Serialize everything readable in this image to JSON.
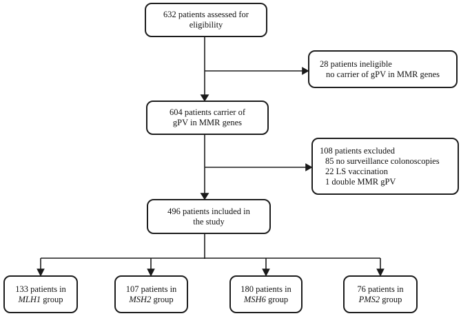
{
  "diagram_title": "Patient eligibility and group allocation flow diagram",
  "colors": {
    "background": "#ffffff",
    "line": "#1a1a1a",
    "box_border": "#1c1c1c",
    "text": "#111111"
  },
  "boxes": {
    "eligibility": {
      "line1": "632 patients assessed for",
      "line2": "eligibility"
    },
    "ineligible": {
      "line1": "28 patients ineligible",
      "line2": "no carrier of gPV in MMR genes"
    },
    "carrier": {
      "line1": "604 patients carrier of",
      "line2": "gPV in MMR genes"
    },
    "excluded": {
      "line1": "108 patients excluded",
      "line2": "85 no surveillance colonoscopies",
      "line3": "22 LS vaccination",
      "line4": "1 double MMR gPV"
    },
    "included": {
      "line1": "496 patients included in",
      "line2": "the study"
    },
    "mlh1": {
      "line1": "133 patients in",
      "gene": "MLH1",
      "suffix": " group"
    },
    "msh2": {
      "line1": "107 patients in",
      "gene": "MSH2",
      "suffix": " group"
    },
    "msh6": {
      "line1": "180 patients in",
      "gene": "MSH6",
      "suffix": " group"
    },
    "pms2": {
      "line1": "76 patients in",
      "gene": "PMS2",
      "suffix": " group"
    }
  }
}
